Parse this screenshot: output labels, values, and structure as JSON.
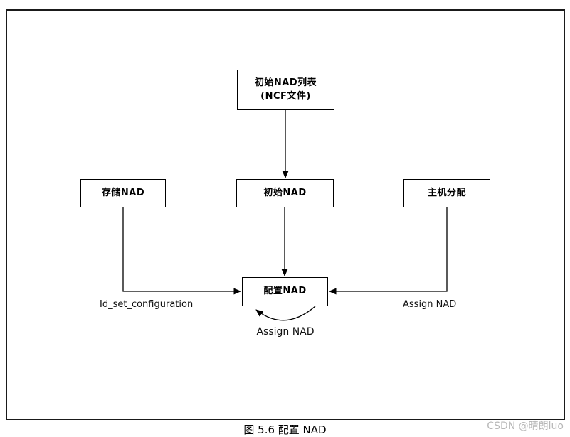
{
  "diagram": {
    "nodes": {
      "initial_nad_list": {
        "line1": "初始NAD列表",
        "line2": "(NCF文件)"
      },
      "store_nad": {
        "label": "存储NAD"
      },
      "initial_nad": {
        "label": "初始NAD"
      },
      "host_assign": {
        "label": "主机分配"
      },
      "configure_nad": {
        "label": "配置NAD"
      }
    },
    "edge_labels": {
      "left": "Id_set_configuration",
      "right": "Assign NAD",
      "loop": "Assign NAD"
    }
  },
  "caption": "图 5.6 配置 NAD",
  "watermark": "CSDN @晴朗luo",
  "colors": {
    "line": "#000000",
    "box_border": "#000000",
    "frame_border": "#1a1a1a",
    "watermark": "#b7b7b7",
    "background": "#ffffff"
  }
}
